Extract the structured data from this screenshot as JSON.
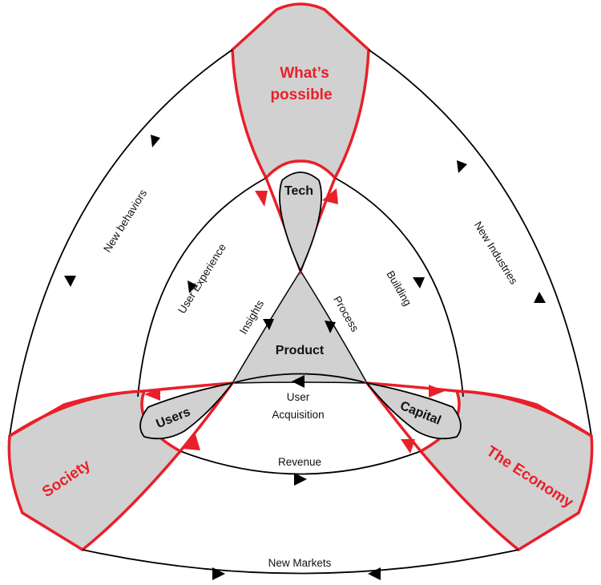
{
  "diagram": {
    "regions": {
      "top": [
        "What’s",
        "possible"
      ],
      "left": "Society",
      "right": "The Economy"
    },
    "nodes": {
      "tech": "Tech",
      "product": "Product",
      "users": "Users",
      "capital": "Capital"
    },
    "edges": {
      "new_behaviors": "New behaviors",
      "new_industries": "New Industries",
      "new_markets": "New Markets",
      "user_experience": "User Experience",
      "building": "Building",
      "insights": "Insights",
      "process": "Process",
      "user_acquisition": [
        "User",
        "Acquisition"
      ],
      "revenue": "Revenue"
    },
    "colors": {
      "accent": "#e8202a",
      "fill": "#d1d1d1",
      "line": "#000000"
    }
  }
}
